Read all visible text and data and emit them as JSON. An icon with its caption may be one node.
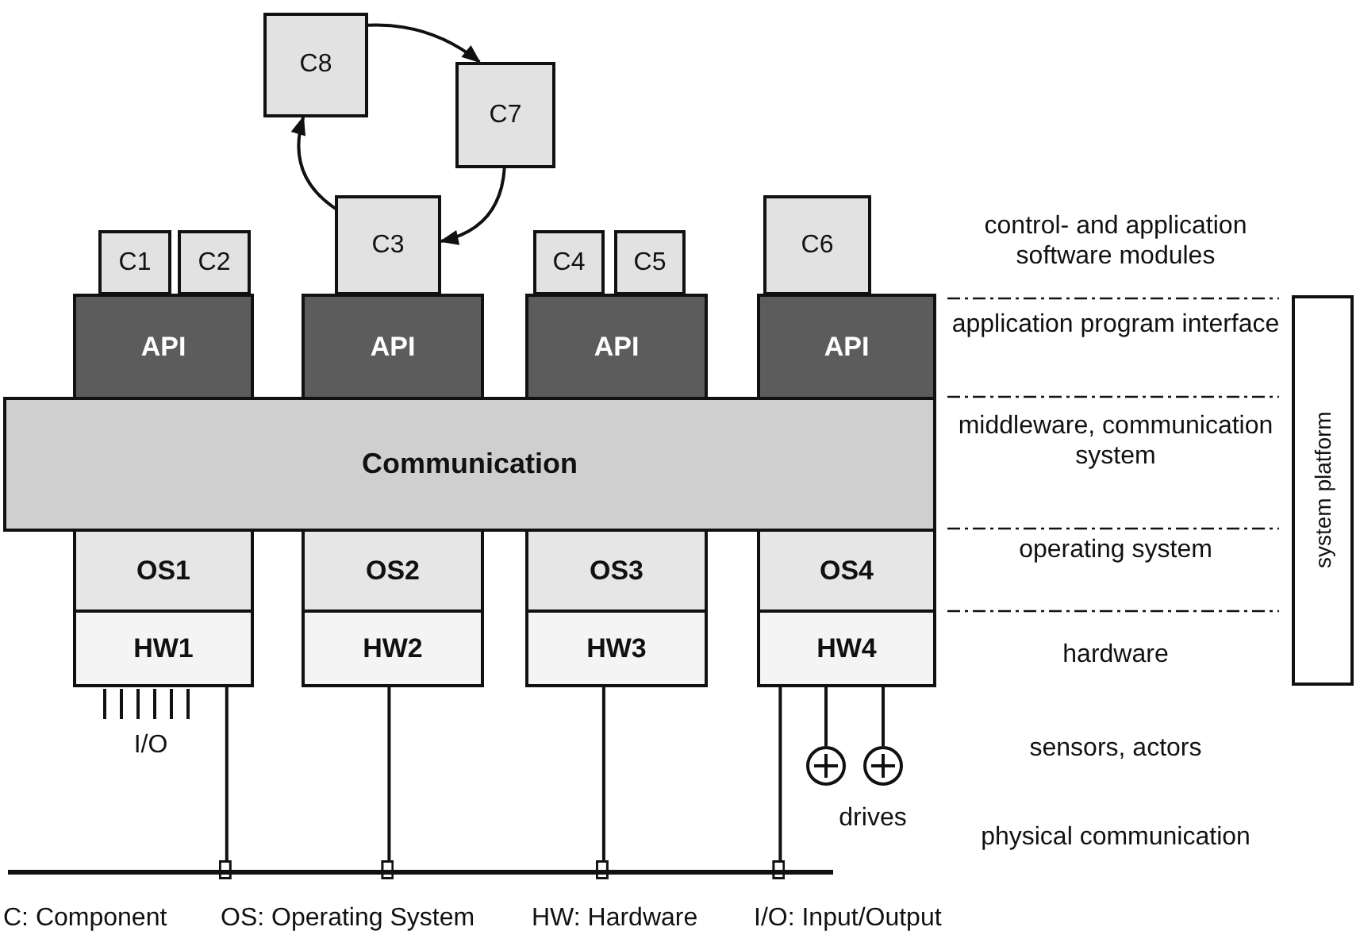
{
  "diagram": {
    "nodes": [
      {
        "text": [
          "C8"
        ]
      },
      {
        "text": [
          "C7"
        ]
      },
      {
        "text": [
          "C1"
        ]
      },
      {
        "text": [
          "C2"
        ]
      },
      {
        "text": [
          "C3"
        ]
      },
      {
        "text": [
          "C4"
        ]
      },
      {
        "text": [
          "C5"
        ]
      },
      {
        "text": [
          "C6"
        ]
      },
      {
        "text": [
          "API"
        ]
      },
      {
        "text": [
          "API"
        ]
      },
      {
        "text": [
          "API"
        ]
      },
      {
        "text": [
          "API"
        ]
      },
      {
        "text": [
          "Communication"
        ]
      },
      {
        "text": [
          "OS1"
        ]
      },
      {
        "text": [
          "OS2"
        ]
      },
      {
        "text": [
          "OS3"
        ]
      },
      {
        "text": [
          "OS4"
        ]
      },
      {
        "text": [
          "HW1"
        ]
      },
      {
        "text": [
          "HW2"
        ]
      },
      {
        "text": [
          "HW3"
        ]
      },
      {
        "text": [
          "HW4"
        ]
      },
      {
        "text": [
          "system platform"
        ]
      },
      {
        "text": [],
        "shape": "bar"
      },
      {
        "text": [],
        "shape": "circle"
      },
      {
        "text": [],
        "shape": "circle"
      }
    ],
    "edges": [
      {
        "from": 0,
        "to": 1,
        "arrow": "to"
      },
      {
        "from": 1,
        "to": 4,
        "arrow": "to"
      },
      {
        "from": 4,
        "to": 0,
        "arrow": "to"
      },
      {
        "from": 17,
        "to": 22,
        "arrow": "other"
      },
      {
        "from": 18,
        "to": 22,
        "arrow": "other"
      },
      {
        "from": 19,
        "to": 22,
        "arrow": "other"
      },
      {
        "from": 20,
        "to": 22,
        "arrow": "other"
      },
      {
        "from": 20,
        "to": 23,
        "arrow": "none"
      },
      {
        "from": 20,
        "to": 24,
        "arrow": "none"
      }
    ],
    "labels": [
      "control- and application software modules",
      "application program interface",
      "middleware, communication system",
      "operating system",
      "hardware",
      "I/O",
      "sensors, actors",
      "drives",
      "physical communication",
      "C: Component",
      "OS: Operating System",
      "HW: Hardware",
      "I/O: Input/Output"
    ]
  }
}
